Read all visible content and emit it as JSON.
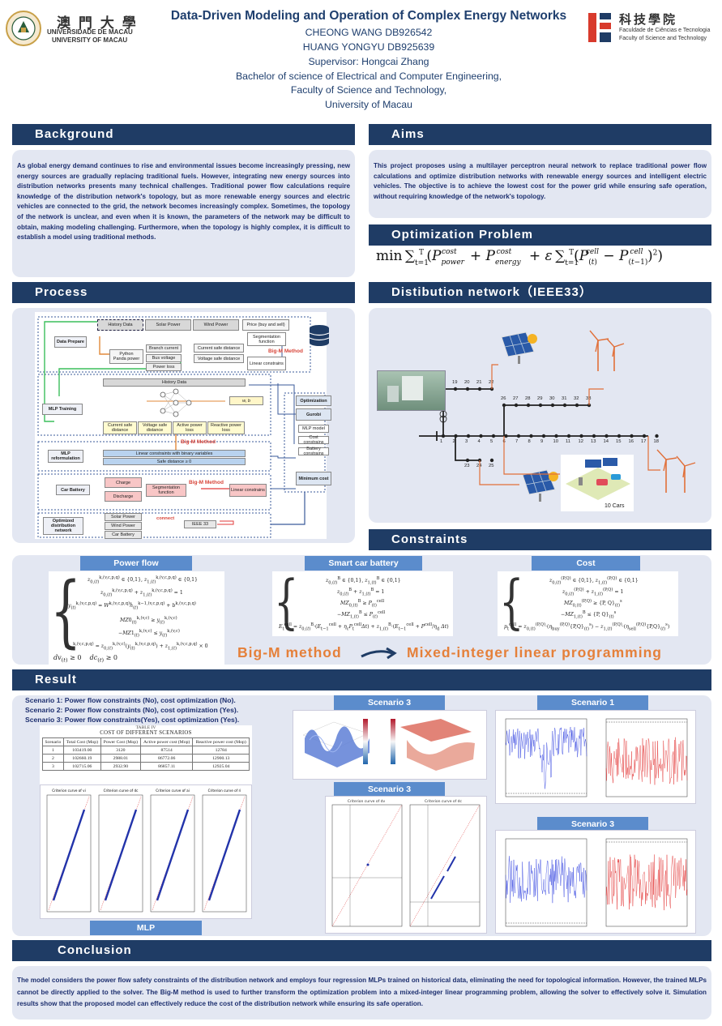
{
  "header": {
    "title": "Data-Driven Modeling and Operation of Complex Energy Networks",
    "lines": [
      "CHEONG WANG DB926542",
      "HUANG YONGYU DB925639",
      "Supervisor: Hongcai Zhang",
      "Bachelor of science of Electrical and Computer Engineering,",
      "Faculty of Science and Technology,",
      "University of Macau"
    ],
    "um_chinese": "澳 門 大 學",
    "um_pt": "UNIVERSIDADE DE MACAU",
    "um_en": "UNIVERSITY OF MACAU",
    "fst_chinese": "科技學院",
    "fst_pt": "Faculdade de Ciências e Tecnologia",
    "fst_en": "Faculty of Science and Technology"
  },
  "background": {
    "heading": "Background",
    "text": "As global energy demand continues to rise and environmental issues become increasingly pressing, new energy sources are gradually replacing traditional fuels. However, integrating new energy sources into distribution networks presents many technical challenges. Traditional power flow calculations require knowledge of the distribution network's topology, but as more renewable energy sources and electric vehicles are connected to the grid, the network becomes increasingly complex. Sometimes, the topology of the network is unclear, and even when it is known, the parameters of the network may be difficult to obtain, making modeling challenging. Furthermore, when the topology is highly complex, it is difficult to establish a model using traditional methods."
  },
  "aims": {
    "heading": "Aims",
    "text": "This project proposes using a multilayer perceptron neural network to replace traditional power flow calculations and optimize distribution networks with renewable energy sources and intelligent electric vehicles. The objective is to achieve the lowest cost for the power grid while ensuring safe operation, without requiring knowledge of the network's topology."
  },
  "optimization": {
    "heading": "Optimization Problem"
  },
  "process": {
    "heading": "Process",
    "labels": {
      "history_data": "History Data",
      "solar": "Solar Power",
      "wind": "Wind Power",
      "price": "Price (buy and sell)",
      "data_prepare": "Data Prepare",
      "python": "Python\nPanda power",
      "branch": "Branch current",
      "bus": "Bus voltage",
      "loss": "Power loss",
      "cur_safe": "Current safe distance",
      "volt_safe": "Voltage safe distance",
      "segmentation": "Segmentation function",
      "linear": "Linear constrains",
      "bigm1": "Big-M Method",
      "mlp_training": "MLP Training",
      "history_data2": "History Data",
      "wb": "w, b",
      "cur_safe2": "Current safe distance",
      "volt_safe2": "Voltage safe distance",
      "active_loss": "Active power loss",
      "reactive_loss": "Reactive power loss",
      "bigm2": "Big-M Method",
      "mlp_reform": "MLP reformulation",
      "lin_bin": "Linear constraints with binary variables",
      "safe_dist": "Safe distance ≥ 0",
      "optimization": "Optimization",
      "gurobi": "Gurobi",
      "mlp_model": "MLP model",
      "cost_constr": "Cost constrains",
      "battery_constr": "Battery constrains",
      "minimum_cost": "Minimum cost",
      "car_battery": "Car Battery",
      "charge": "Charge",
      "discharge": "Discharge",
      "segmentation2": "Segmentation function",
      "bigm3": "Big-M Method",
      "linear2": "Linear constrains",
      "opt_dist": "Optimized distribution network",
      "solar2": "Solar Power",
      "wind2": "Wind Power",
      "car_battery2": "Car Battery",
      "connect": "connect",
      "ieee": "IEEE 33"
    }
  },
  "distribution": {
    "heading": "Distibution network（IEEE33）",
    "cars_label": "10 Cars",
    "nodes_main": [
      "1",
      "2",
      "3",
      "4",
      "5",
      "6",
      "7",
      "8",
      "9",
      "10",
      "11",
      "12",
      "13",
      "14",
      "15",
      "16",
      "17",
      "18"
    ],
    "nodes_top": [
      "19",
      "20",
      "21",
      "22"
    ],
    "nodes_mid": [
      "26",
      "27",
      "28",
      "29",
      "30",
      "31",
      "32",
      "33"
    ],
    "nodes_bottom": [
      "23",
      "24",
      "25"
    ]
  },
  "constraints": {
    "heading": "Constraints",
    "power_flow": "Power flow",
    "smart_battery": "Smart car battery",
    "cost": "Cost",
    "bigm": "Big-M method",
    "milp": "Mixed-integer linear programming"
  },
  "result": {
    "heading": "Result",
    "scenarios": [
      "Scenario 1: Power flow constraints (No), cost optimization (No).",
      "Scenario 2: Power flow constraints (No), cost optimization (Yes).",
      "Scenario 3: Power flow constraints(Yes), cost optimization (Yes)."
    ],
    "table_caption": "TABLE IV",
    "table_title": "COST OF DIFFERENT SCENARIOS",
    "table_headers": [
      "Scenario",
      "Total Cost (Mop)",
      "Power Cost (Mop)",
      "Active power cost (Mop)",
      "Reactive power cost (Mop)"
    ],
    "table_rows": [
      [
        "1",
        "103419.00",
        "3120",
        "87514",
        "12784"
      ],
      [
        "2",
        "102660.19",
        "2988.01",
        "86772.06",
        "12900.13"
      ],
      [
        "3",
        "102715.06",
        "2932.90",
        "86857.11",
        "12925.04"
      ]
    ],
    "mlp_label": "MLP",
    "scenario3_a": "Scenario 3",
    "scenario3_b": "Scenario 3",
    "scenario1": "Scenario 1",
    "scenario3_c": "Scenario 3"
  },
  "conclusion": {
    "heading": "Conclusion",
    "text": "The model considers the power flow safety constraints of the distribution network and employs four regression MLPs trained on historical data, eliminating the need for topological information. However, the trained MLPs cannot be directly applied to the solver. The Big-M method is used to further transform the optimization problem into a mixed-integer linear programming problem, allowing the solver to effectively solve it. Simulation results show that the proposed model can effectively reduce the cost of the distribution network while ensuring its safe operation."
  },
  "colors": {
    "bar": "#1f3c65",
    "panel": "#e3e7f2",
    "accent": "#e5803a",
    "subheader": "#5b8ccc"
  }
}
